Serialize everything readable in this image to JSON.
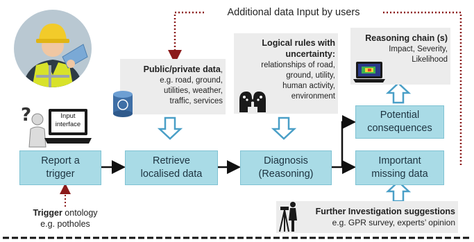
{
  "feedback_label": "Additional data Input by users",
  "input_interface": [
    "Input",
    "interface"
  ],
  "data_source": {
    "title": "Public/private data",
    "title_suffix": ",",
    "lines": [
      "e.g. road, ground,",
      "utilities, weather,",
      "traffic, services"
    ]
  },
  "logical_rules": {
    "title_lines": [
      "Logical rules with",
      "uncertainty:"
    ],
    "lines": [
      "relationships of road,",
      "ground, utility,",
      "human activity,",
      "environment"
    ]
  },
  "reasoning_chain": {
    "title": "Reasoning  chain (s)",
    "lines": [
      "Impact, Severity,",
      "Likelihood"
    ]
  },
  "process_boxes": {
    "report": [
      "Report a",
      "trigger"
    ],
    "retrieve": [
      "Retrieve",
      "localised data"
    ],
    "diagnosis": [
      "Diagnosis",
      "(Reasoning)"
    ],
    "consequences": [
      "Potential",
      "consequences"
    ],
    "missing": [
      "Important",
      "missing data"
    ]
  },
  "trigger": {
    "bold": "Trigger",
    "rest": " ontology",
    "example": "e.g. potholes"
  },
  "investigation": {
    "title": "Further Investigation suggestions",
    "example": "e.g. GPR survey, experts’ opinion"
  },
  "colors": {
    "process_fill": "#a9dbe6",
    "arrow_blue": "#4a9fc7",
    "feedback_red": "#8b1a1a",
    "panel_gray": "#ececec"
  }
}
